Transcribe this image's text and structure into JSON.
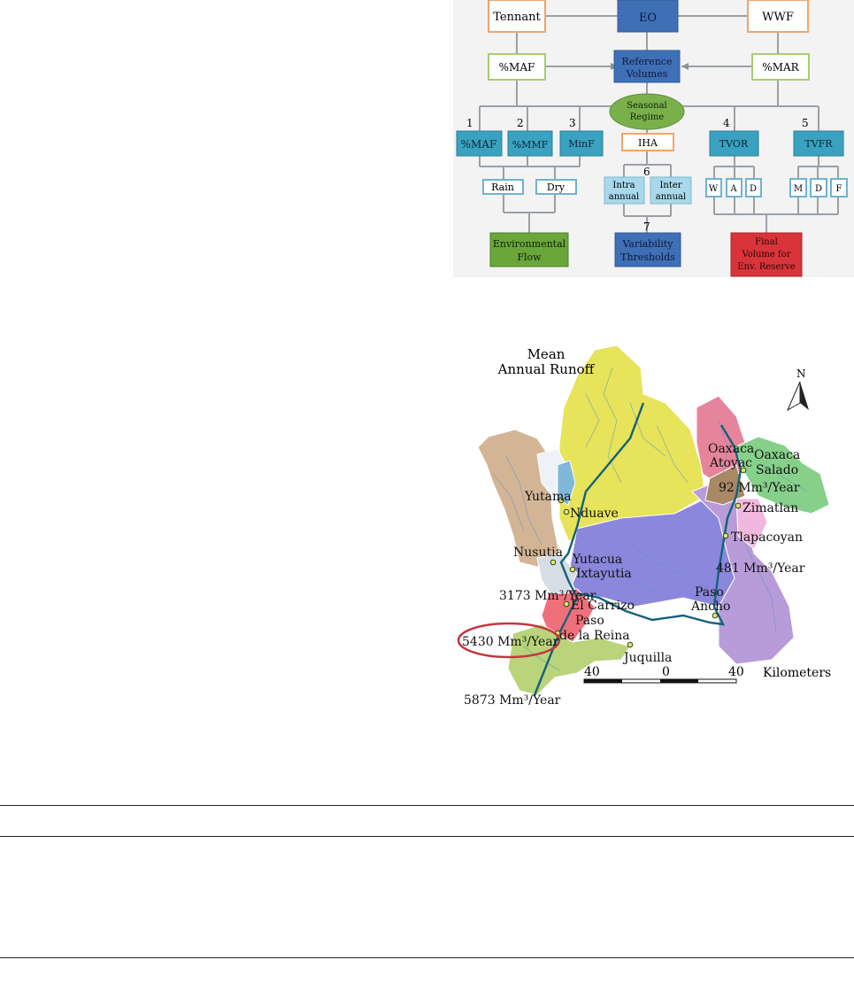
{
  "flow_diagram": {
    "top_row": [
      "Tennant",
      "EO",
      "WWF"
    ],
    "second_row": [
      "%MAF",
      "Reference Volumes",
      "%MAR"
    ],
    "center_ellipse": [
      "Seasonal",
      "Regime"
    ],
    "methods": [
      {
        "num": "1",
        "label": "%MAF"
      },
      {
        "num": "2",
        "label": "%MMF"
      },
      {
        "num": "3",
        "label": "MinF"
      },
      {
        "num": "4",
        "label": "TVOR"
      },
      {
        "num": "5",
        "label": "TVFR"
      }
    ],
    "iha": "IHA",
    "step6": "6",
    "step7": "7",
    "rain": "Rain",
    "dry": "Dry",
    "intra": [
      "Intra",
      "annual"
    ],
    "inter": [
      "Inter",
      "annual"
    ],
    "wad": [
      "W",
      "A",
      "D"
    ],
    "mdf": [
      "M",
      "D",
      "F"
    ],
    "outputs": {
      "env_flow": [
        "Environmental",
        "Flow"
      ],
      "variability": [
        "Variability",
        "Thresholds"
      ],
      "final_volume": [
        "Final",
        "Volume for",
        "Env. Reserve"
      ]
    },
    "colors": {
      "eo_blue": "#3f6fb5",
      "method_teal": "#3aa2c0",
      "ellipse_green": "#79b04a",
      "env_green": "#6aa63a",
      "final_red": "#d9343a",
      "orange_border": "#f2a46a",
      "green_border": "#a9cc74",
      "light_blue": "#a9d8ea"
    }
  },
  "map": {
    "title": [
      "Mean",
      "Annual Runoff"
    ],
    "north": "N",
    "stations": [
      "Oaxaca",
      "Atoyac",
      "Oaxaca",
      "Salado",
      "Zimatlan",
      "Tlapacoyan",
      "Yutama",
      "Nduave",
      "Nusutia",
      "Yutacua",
      "Ixtayutia",
      "El Carrizo",
      "Paso",
      "de la Reina",
      "Paso",
      "Ancho",
      "Juquilla"
    ],
    "flows": {
      "f92": "92 Mm³/Year",
      "f481": "481 Mm³/Year",
      "f3173": "3173 Mm³/Year",
      "f5430": "5430 Mm³/Year",
      "f5873": "5873 Mm³/Year"
    },
    "scale": {
      "left": "40",
      "mid": "0",
      "right": "40",
      "unit": "Kilometers"
    }
  }
}
